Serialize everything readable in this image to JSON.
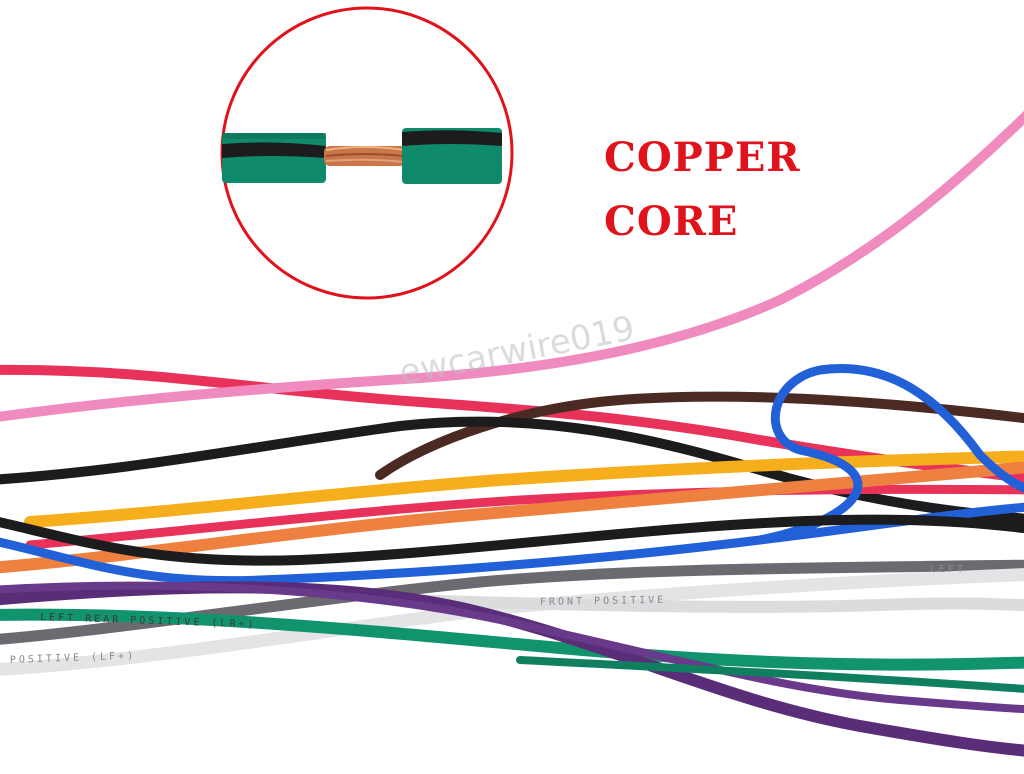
{
  "callout": {
    "line1": "COPPER",
    "line2": "CORE"
  },
  "watermark": "ewcarwire019",
  "wire_prints": {
    "front_positive": "FRONT POSITIVE",
    "left": "LEFT",
    "left_rear": "LEFT REAR POSITIVE (LR+)",
    "positive_lf": "POSITIVE (LF+)"
  },
  "colors": {
    "callout_red": "#e0121b",
    "jacket_green": "#0f8a6a",
    "copper": "#c8764a",
    "pink": "#f08bc0",
    "red": "#e8325a",
    "black": "#1c1c1e",
    "brown": "#4a2a22",
    "yellow": "#f6ae1c",
    "orange": "#ee8040",
    "blue": "#2260d8",
    "gray": "#6c6a70",
    "white": "#e4e4e6",
    "green": "#11936e",
    "purple": "#5a2d78"
  }
}
